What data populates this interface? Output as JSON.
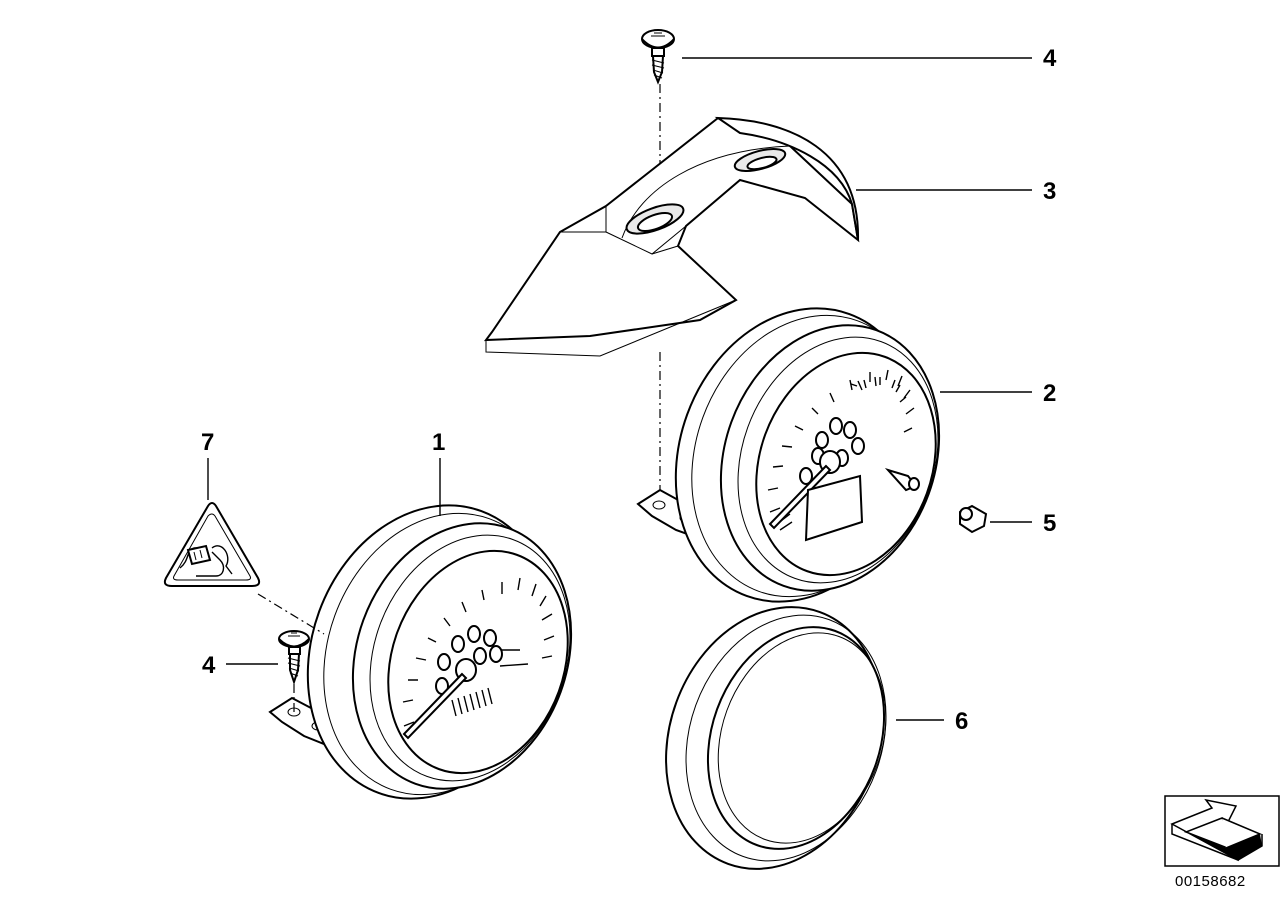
{
  "diagram": {
    "callouts": [
      {
        "id": "c4top",
        "label": "4"
      },
      {
        "id": "c3",
        "label": "3"
      },
      {
        "id": "c2",
        "label": "2"
      },
      {
        "id": "c5",
        "label": "5"
      },
      {
        "id": "c6",
        "label": "6"
      },
      {
        "id": "c1",
        "label": "1"
      },
      {
        "id": "c7",
        "label": "7"
      },
      {
        "id": "c4left",
        "label": "4"
      }
    ],
    "document_number": "00158682"
  }
}
